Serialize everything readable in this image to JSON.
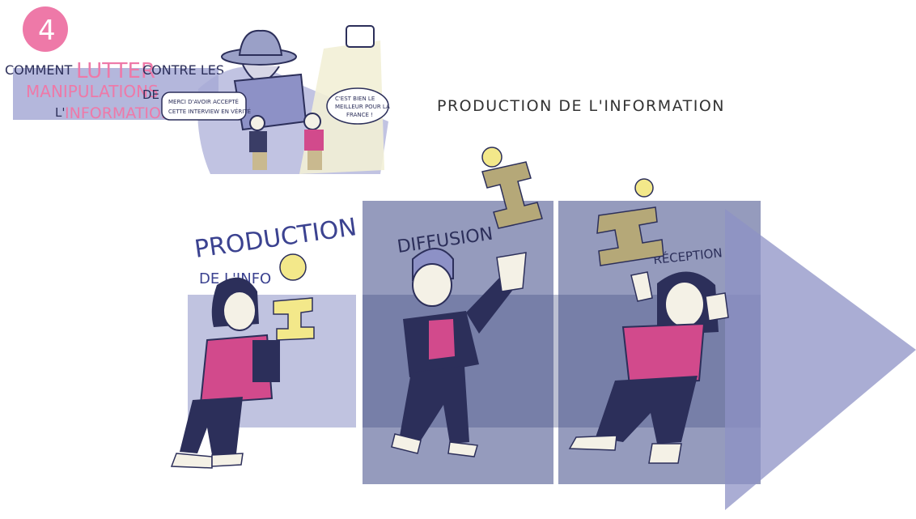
{
  "badge": {
    "number": "4"
  },
  "header": {
    "line1_a": "COMMENT",
    "line1_b": "LUTTER",
    "line1_c": "CONTRE LES",
    "line2_a": "MANIPULATIONS",
    "line2_b": "DE",
    "line3_a": "L'",
    "line3_b": "INFORMATION"
  },
  "speech": {
    "left": [
      "MERCI D'AVOIR ACCEPTÉ",
      "CETTE INTERVIEW EN VÉRITÉ"
    ],
    "right": [
      "C'EST BIEN LE",
      "MEILLEUR POUR LA",
      "FRANCE !"
    ]
  },
  "main_title": "PRODUCTION DE L'INFORMATION",
  "stages": {
    "production_a": "PRODUCTION",
    "production_b": "DE L'INFO",
    "diffusion": "DIFFUSION",
    "reception": "RÉCEPTION"
  },
  "colors": {
    "panel": "#8d91c6",
    "panel_dark": "#5c6599",
    "arrow": "#8d91c6",
    "info_icon": "#b5a878",
    "pink": "#ee79a8",
    "jacket_pink": "#d24a8c",
    "ink": "#2c2f5a"
  }
}
